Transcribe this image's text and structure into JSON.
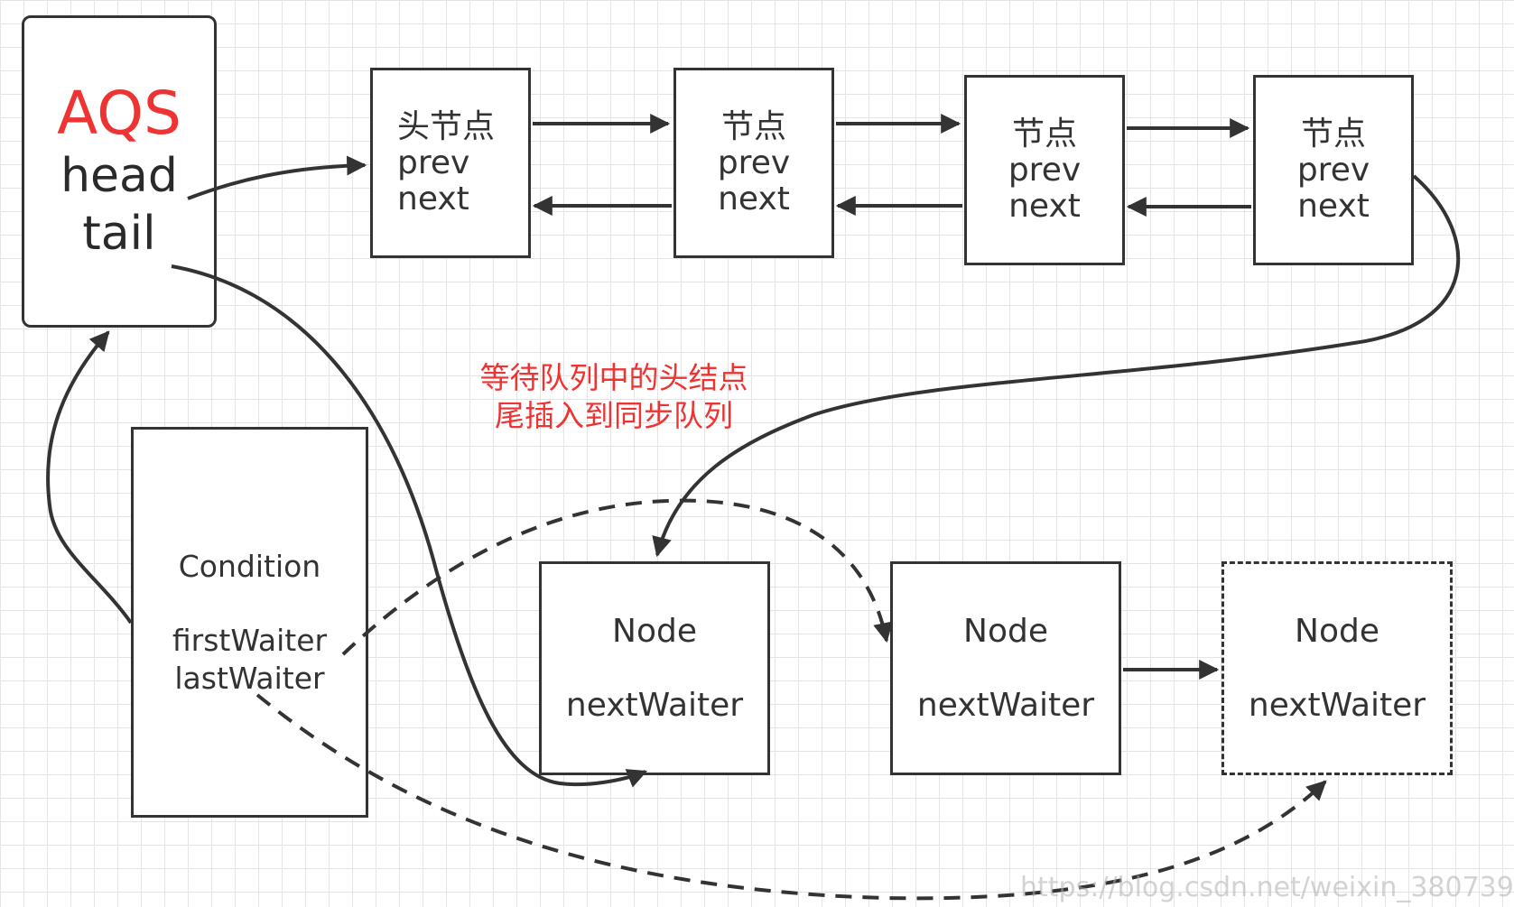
{
  "aqs": {
    "title": "AQS",
    "head": "head",
    "tail": "tail"
  },
  "sync_queue": [
    {
      "label": "头节点",
      "prev": "prev",
      "next": "next"
    },
    {
      "label": "节点",
      "prev": "prev",
      "next": "next"
    },
    {
      "label": "节点",
      "prev": "prev",
      "next": "next"
    },
    {
      "label": "节点",
      "prev": "prev",
      "next": "next"
    }
  ],
  "condition": {
    "label": "Condition",
    "first_waiter": "firstWaiter",
    "last_waiter": "lastWaiter"
  },
  "wait_queue": [
    {
      "label": "Node",
      "field": "nextWaiter"
    },
    {
      "label": "Node",
      "field": "nextWaiter"
    },
    {
      "label": "Node",
      "field": "nextWaiter"
    }
  ],
  "annotation": {
    "line1": "等待队列中的头结点",
    "line2": "尾插入到同步队列"
  },
  "watermark": "https://blog.csdn.net/weixin_380739",
  "colors": {
    "stroke": "#333333",
    "accent": "#ee3333",
    "grid": "#e4e4e4"
  }
}
